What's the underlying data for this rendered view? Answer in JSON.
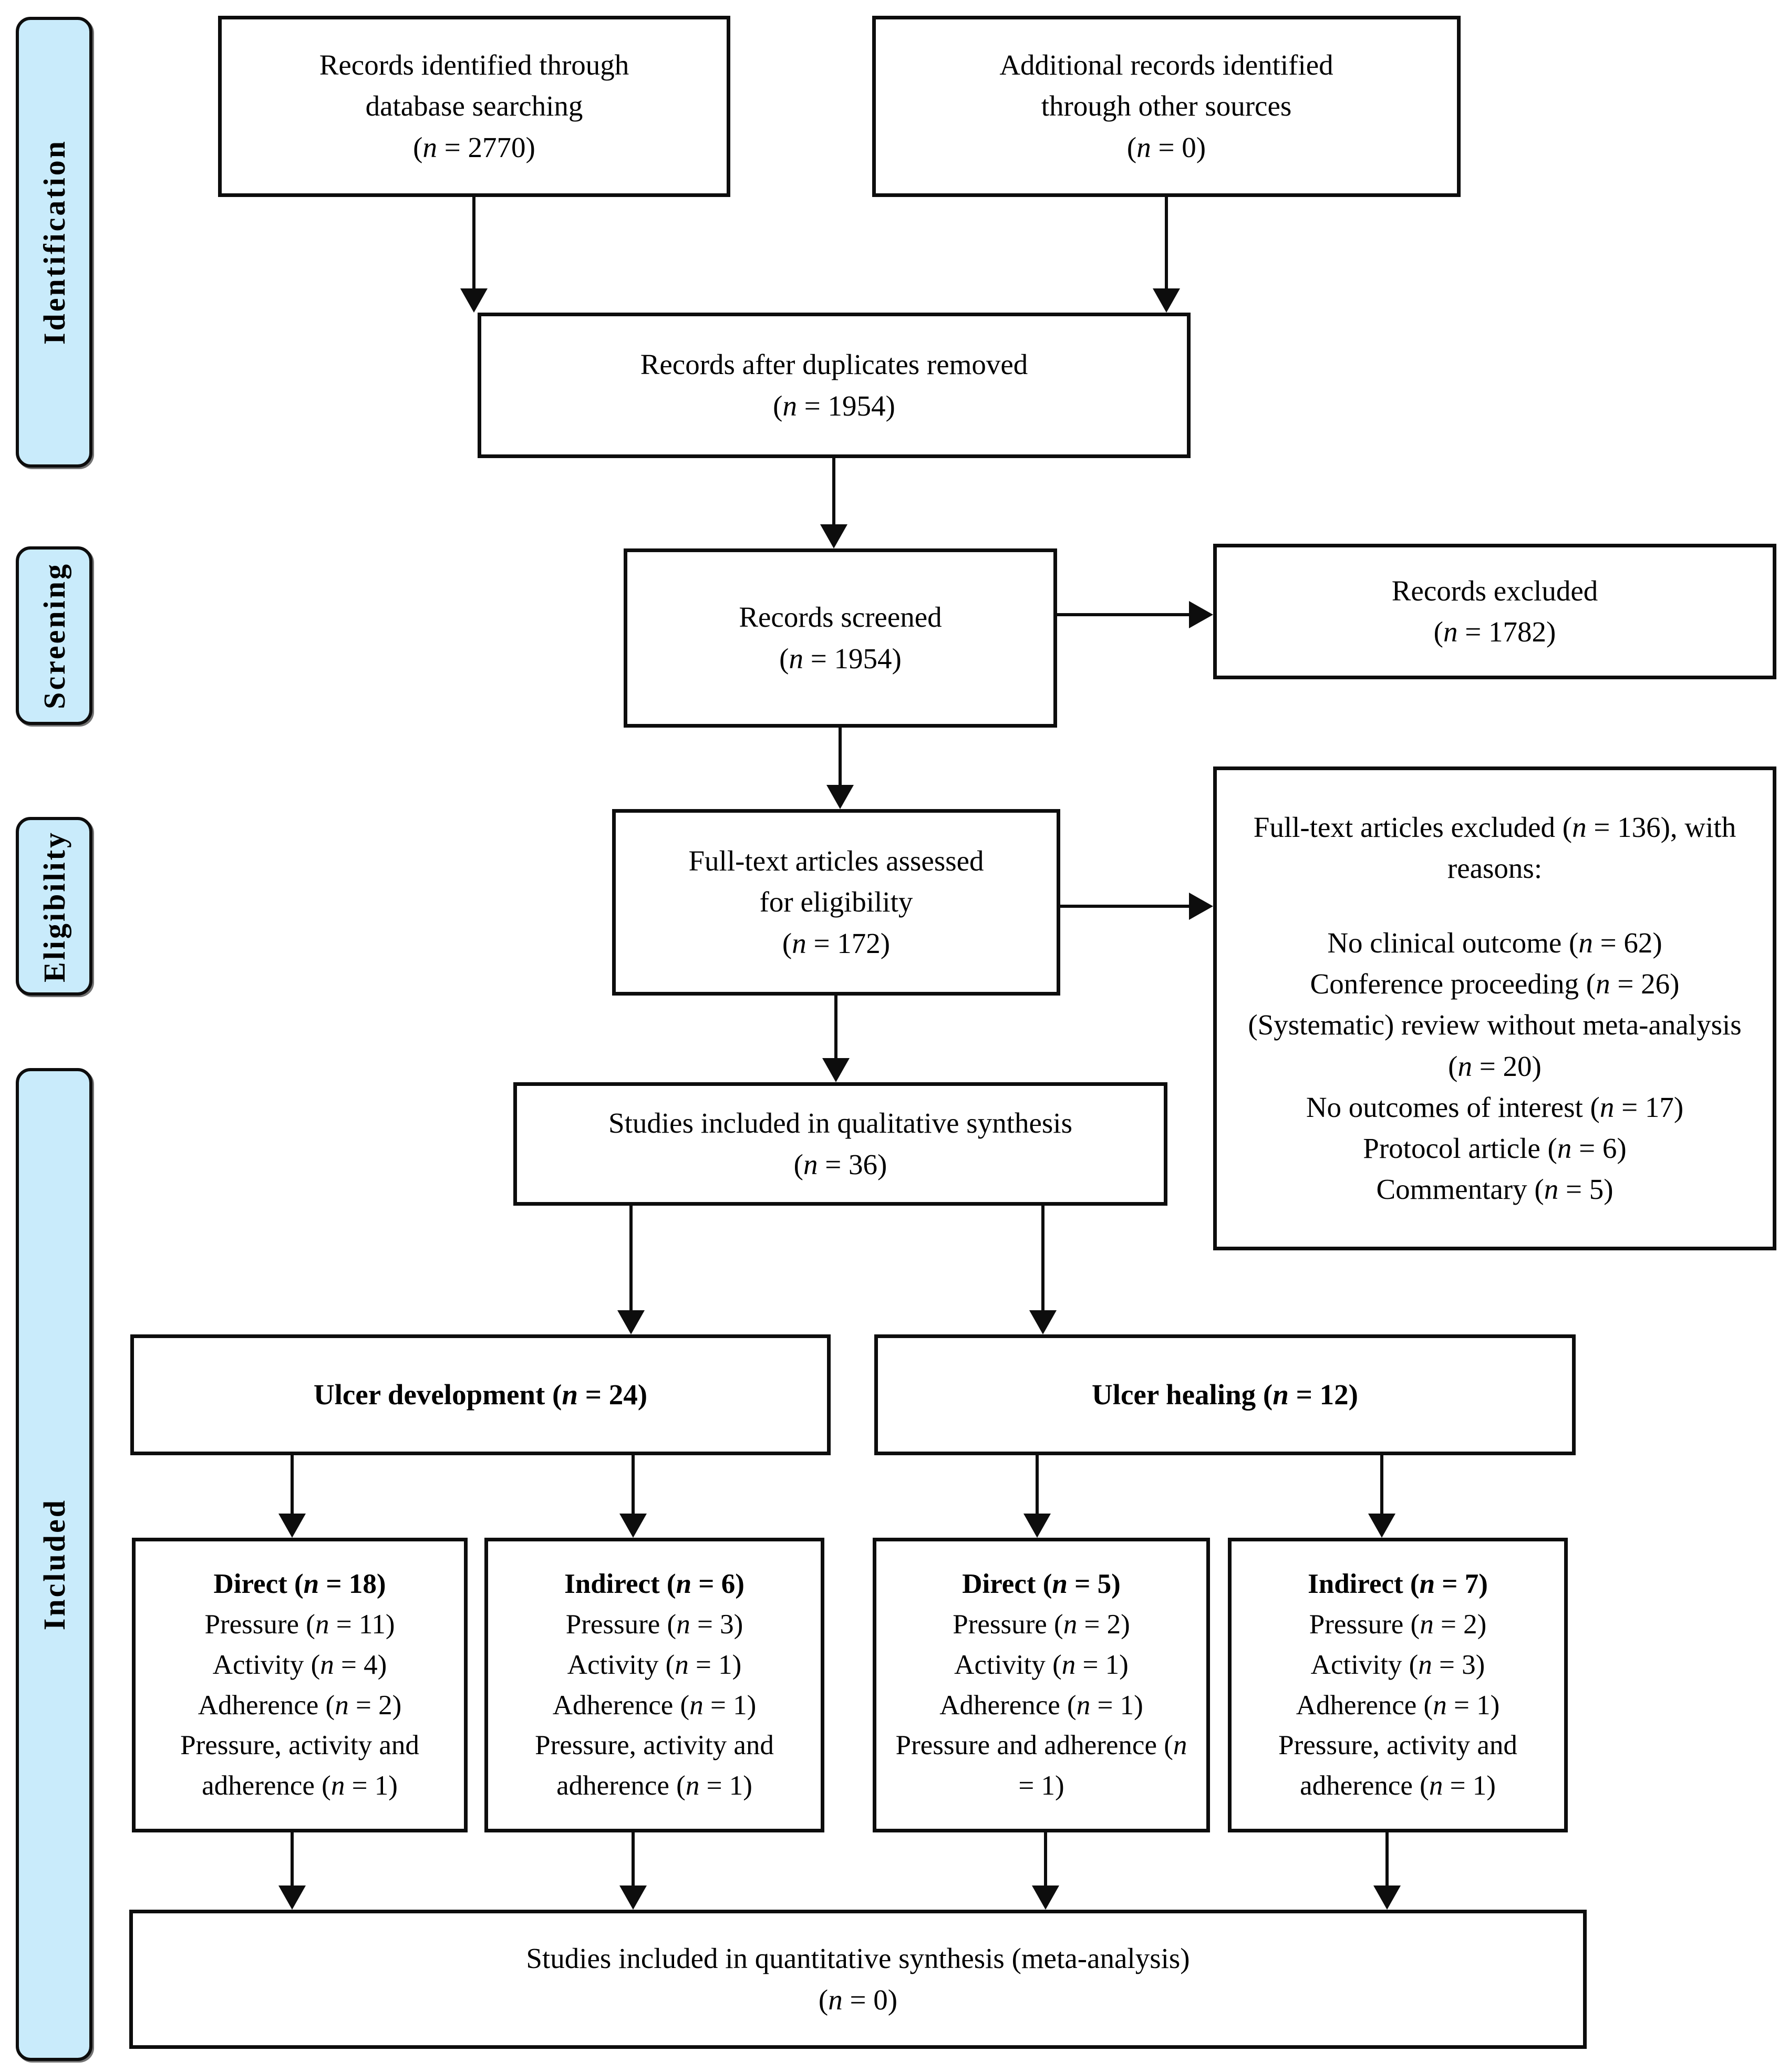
{
  "figure": {
    "type": "prisma-flow-diagram"
  },
  "colors": {
    "sidebar_fill": "#c9ebfb",
    "box_border": "#0d0d0d",
    "background": "#ffffff"
  },
  "sidebar": {
    "identification": "Identification",
    "screening": "Screening",
    "eligibility": "Eligibility",
    "included": "Included"
  },
  "boxes": {
    "records_identified": {
      "lines": [
        "Records identified through",
        "database searching",
        "(n = 2770)"
      ]
    },
    "additional_records": {
      "lines": [
        "Additional records identified",
        "through other sources",
        "(n = 0)"
      ]
    },
    "duplicates_removed": {
      "lines": [
        "Records after duplicates removed",
        "(n = 1954)"
      ]
    },
    "records_screened": {
      "lines": [
        "Records screened",
        "(n = 1954)"
      ]
    },
    "records_excluded": {
      "lines": [
        "Records excluded",
        "(n = 1782)"
      ]
    },
    "fulltext_assessed": {
      "lines": [
        "Full-text articles assessed",
        "for eligibility",
        "(n = 172)"
      ]
    },
    "fulltext_excluded": {
      "title": "Full-text articles excluded (n = 136), with reasons:",
      "reasons": [
        "No clinical outcome (n = 62)",
        "Conference proceeding (n = 26)",
        "(Systematic) review without meta-analysis (n = 20)",
        "No outcomes of interest (n = 17)",
        "Protocol article (n = 6)",
        "Commentary (n = 5)"
      ]
    },
    "qualitative": {
      "lines": [
        "Studies included in qualitative synthesis",
        "(n = 36)"
      ]
    },
    "ulcer_development": {
      "title": "Ulcer development (n = 24)"
    },
    "ulcer_healing": {
      "title": "Ulcer healing (n = 12)"
    },
    "dev_direct": {
      "title": "Direct (n = 18)",
      "items": [
        "Pressure (n = 11)",
        "Activity (n = 4)",
        "Adherence (n = 2)",
        "Pressure, activity and adherence (n = 1)"
      ]
    },
    "dev_indirect": {
      "title": "Indirect (n = 6)",
      "items": [
        "Pressure (n = 3)",
        "Activity (n = 1)",
        "Adherence (n = 1)",
        "Pressure, activity and adherence (n = 1)"
      ]
    },
    "heal_direct": {
      "title": "Direct (n = 5)",
      "items": [
        "Pressure (n = 2)",
        "Activity (n = 1)",
        "Adherence (n = 1)",
        "Pressure and adherence (n = 1)"
      ]
    },
    "heal_indirect": {
      "title": "Indirect (n = 7)",
      "items": [
        "Pressure (n = 2)",
        "Activity (n = 3)",
        "Adherence (n = 1)",
        "Pressure, activity and adherence (n = 1)"
      ]
    },
    "quantitative": {
      "lines": [
        "Studies included in quantitative synthesis (meta-analysis)",
        "(n = 0)"
      ]
    }
  }
}
